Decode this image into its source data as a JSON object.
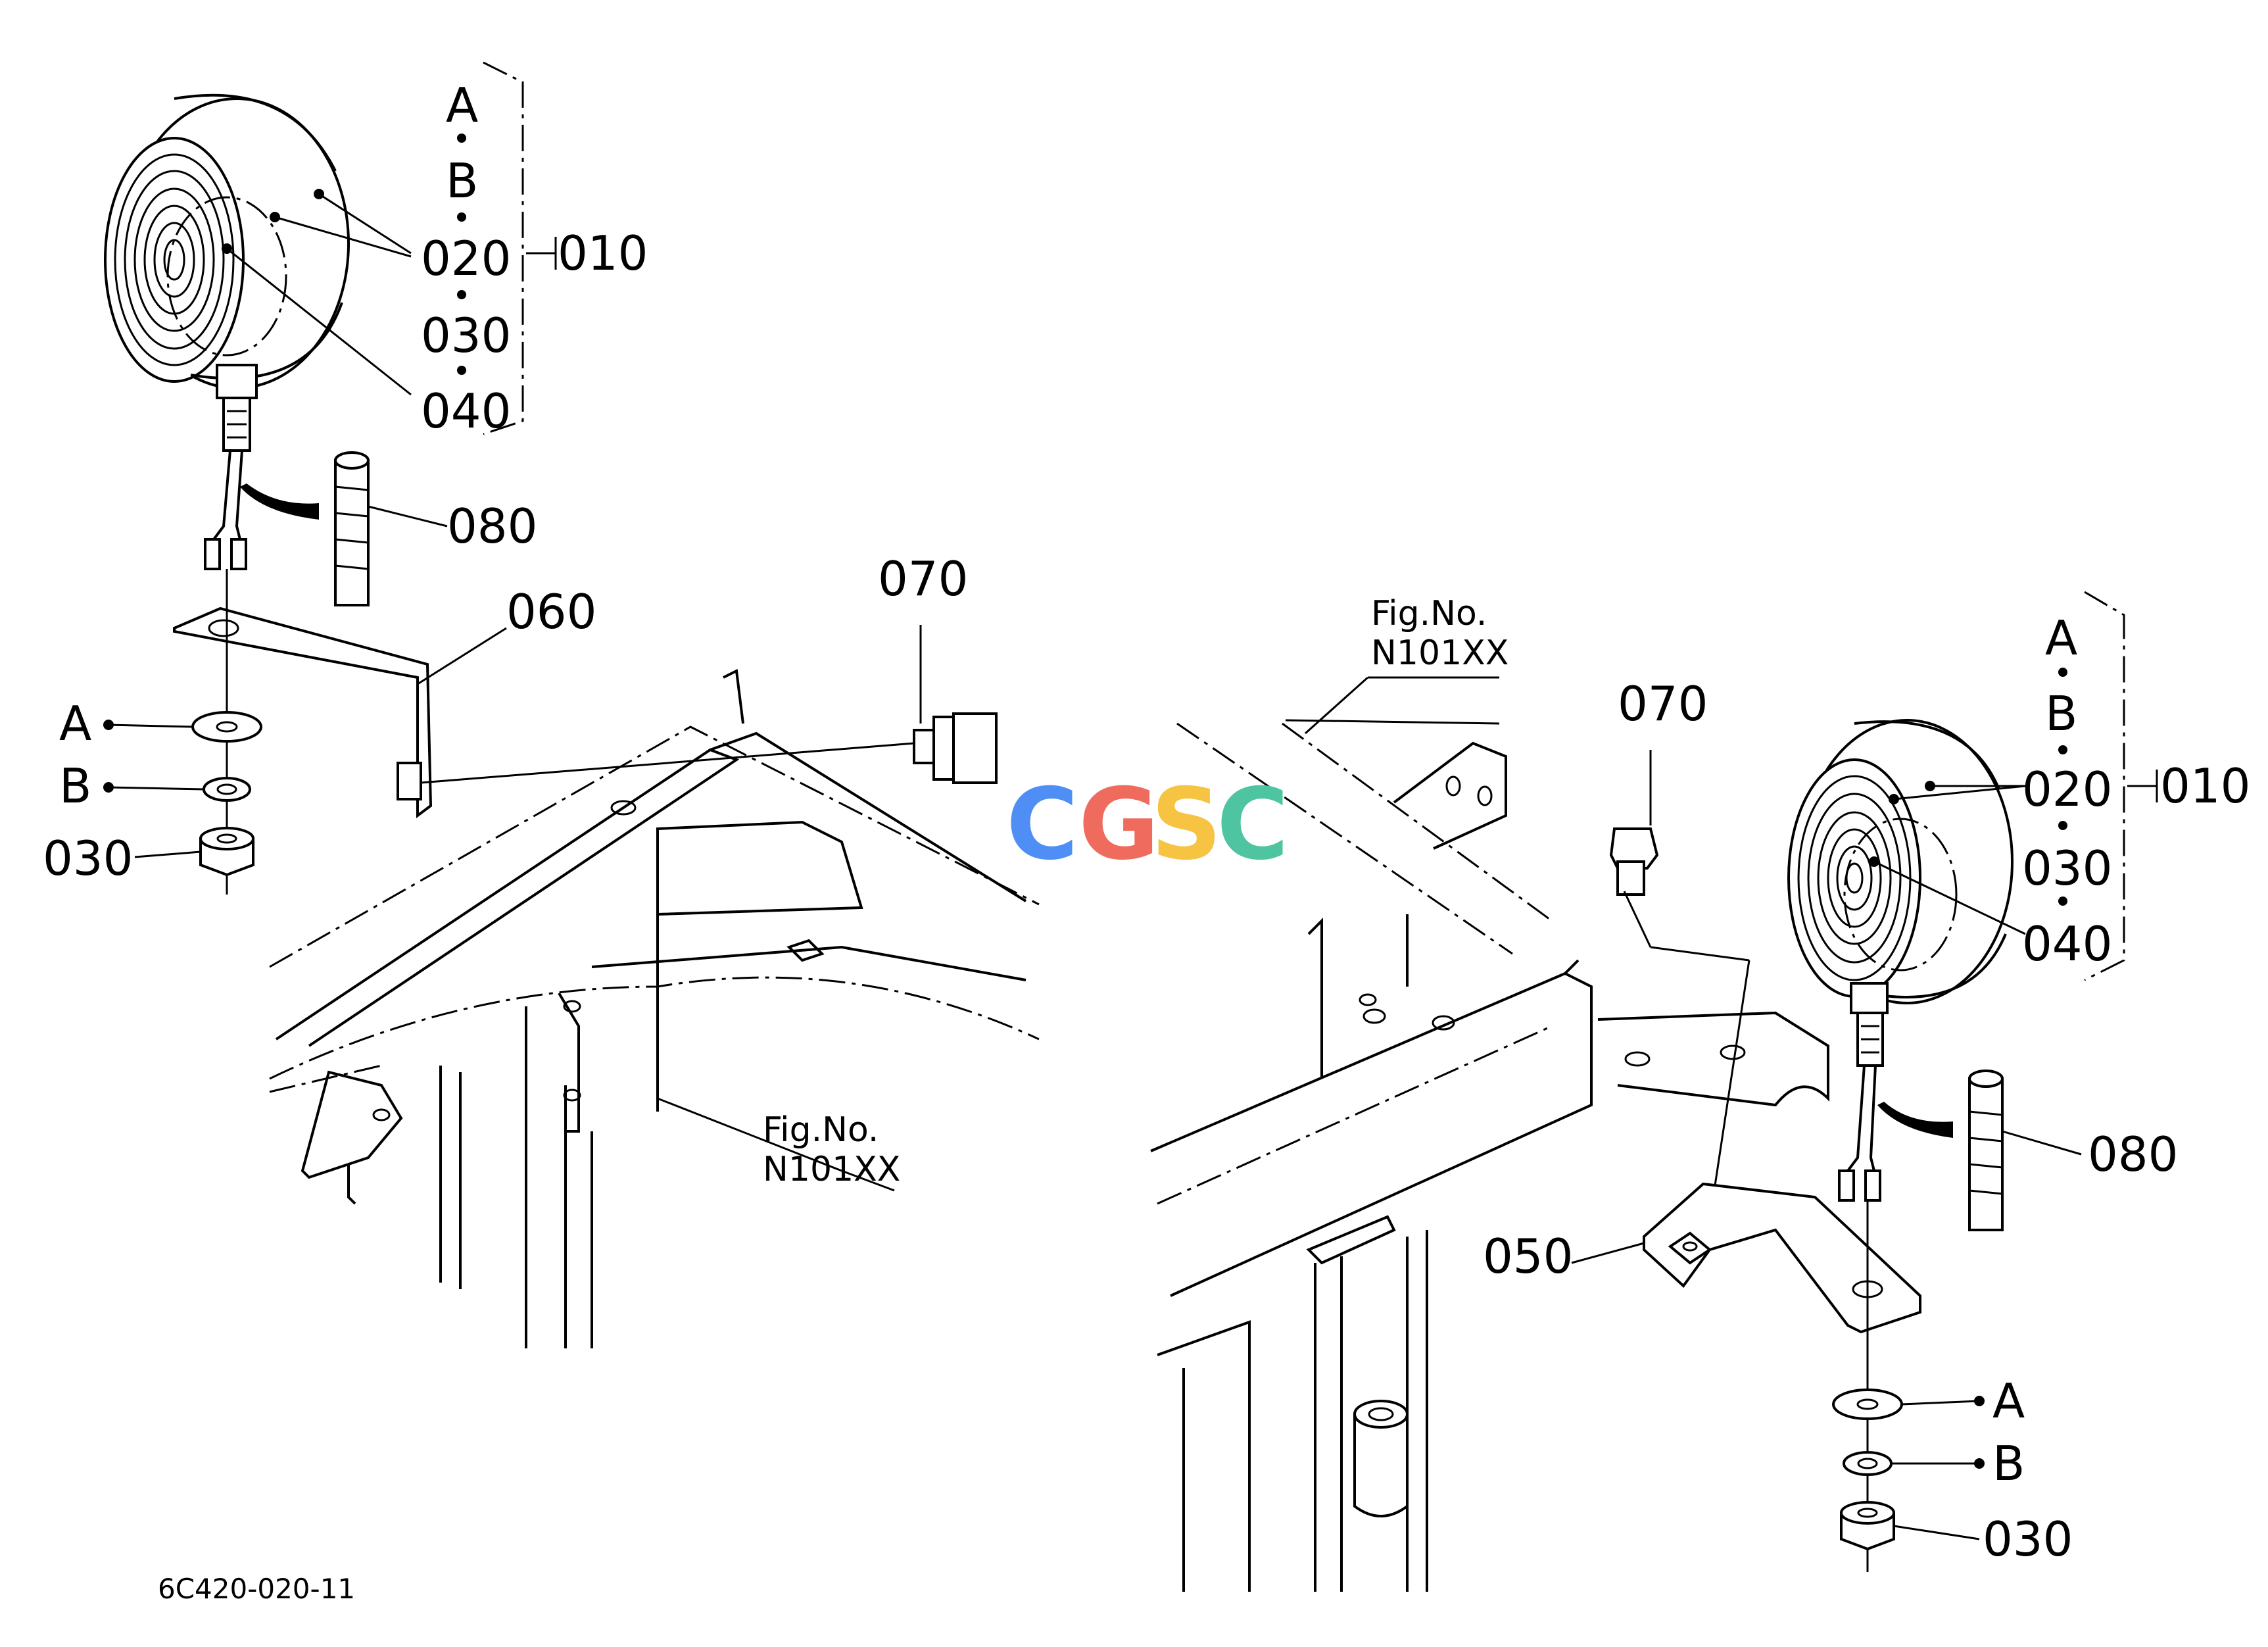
{
  "watermark": {
    "letters": [
      "C",
      "G",
      "S",
      "C"
    ],
    "colors": [
      "#4f8ef5",
      "#ef6b5e",
      "#f6c343",
      "#4fc4a0"
    ]
  },
  "drawing_number": "6C420-020-11",
  "left": {
    "labels": {
      "A_top": "A",
      "B_top": "B",
      "p020": "020",
      "p030": "030",
      "p040": "040",
      "p010": "010",
      "p080": "080",
      "p060": "060",
      "p070": "070",
      "A_washer": "A",
      "B_washer": "B",
      "p030_nut": "030",
      "fig_line1": "Fig.No.",
      "fig_line2": "N101XX"
    }
  },
  "right": {
    "labels": {
      "fig_line1": "Fig.No.",
      "fig_line2": "N101XX",
      "p070": "070",
      "A_top": "A",
      "B_top": "B",
      "p020": "020",
      "p030": "030",
      "p040": "040",
      "p010": "010",
      "p080": "080",
      "p050": "050",
      "A_washer": "A",
      "B_washer": "B",
      "p030_nut": "030"
    }
  }
}
